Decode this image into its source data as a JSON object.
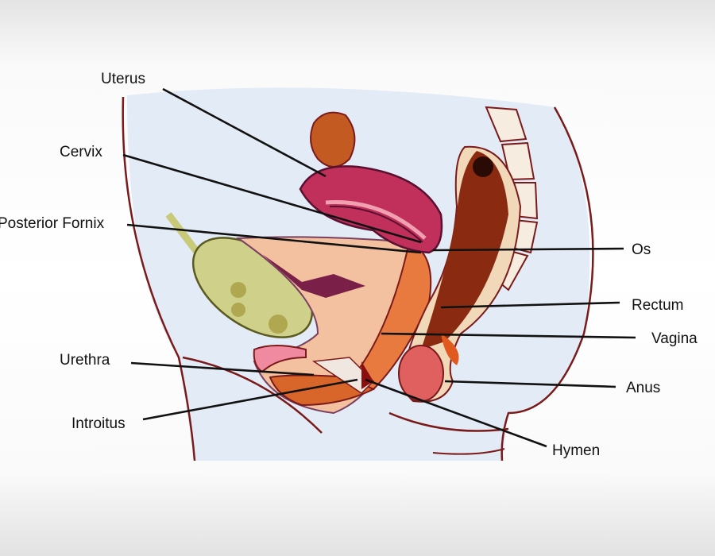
{
  "diagram": {
    "labels": {
      "uterus": "Uterus",
      "cervix": "Cervix",
      "posterior_fornix": "Posterior Fornix",
      "os": "Os",
      "rectum": "Rectum",
      "vagina": "Vagina",
      "anus": "Anus",
      "urethra": "Urethra",
      "introitus": "Introitus",
      "hymen": "Hymen"
    },
    "colors": {
      "body_fill": "#e3ebf6",
      "outline": "#7a1a1a",
      "uterus": "#c0305a",
      "bladder": "#c9c97a",
      "tissue": "#f3c0a0",
      "rectum": "#8a2a10",
      "ovary": "#c25a22"
    }
  }
}
